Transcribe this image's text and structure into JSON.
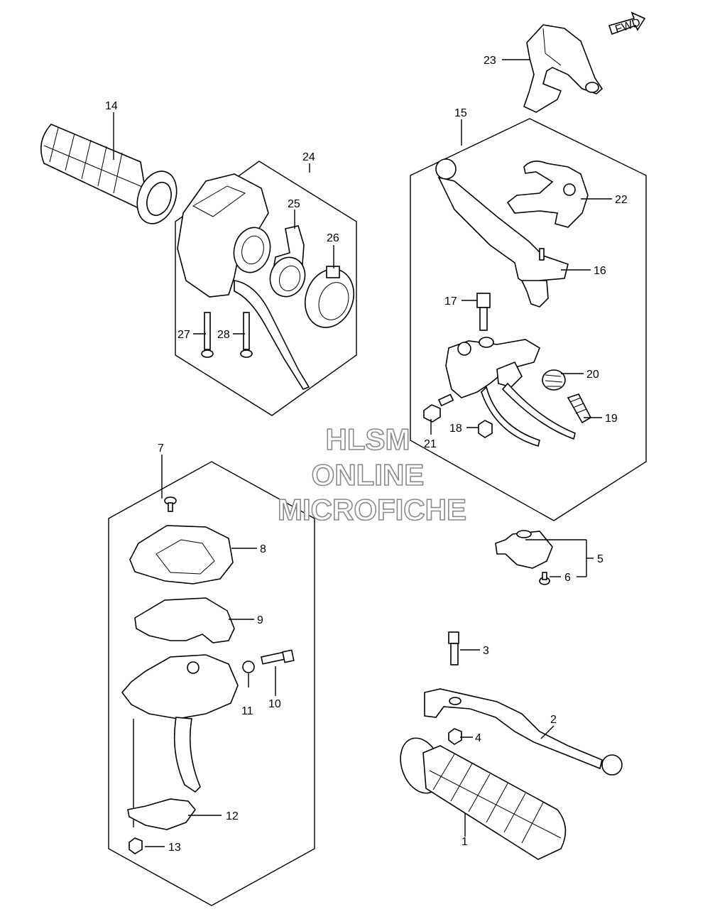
{
  "watermark": {
    "line1": "HLSM",
    "line2": "ONLINE",
    "line3": "MICROFICHE",
    "color": "#8a8a8a"
  },
  "fwd_label": "FWD",
  "callouts": {
    "c1": "1",
    "c2": "2",
    "c3": "3",
    "c4": "4",
    "c5": "5",
    "c6": "6",
    "c7": "7",
    "c8": "8",
    "c9": "9",
    "c10": "10",
    "c11": "11",
    "c12": "12",
    "c13": "13",
    "c14": "14",
    "c15": "15",
    "c16": "16",
    "c17": "17",
    "c18": "18",
    "c19": "19",
    "c20": "20",
    "c21": "21",
    "c22": "22",
    "c23": "23",
    "c24": "24",
    "c25": "25",
    "c26": "26",
    "c27": "27",
    "c28": "28"
  }
}
